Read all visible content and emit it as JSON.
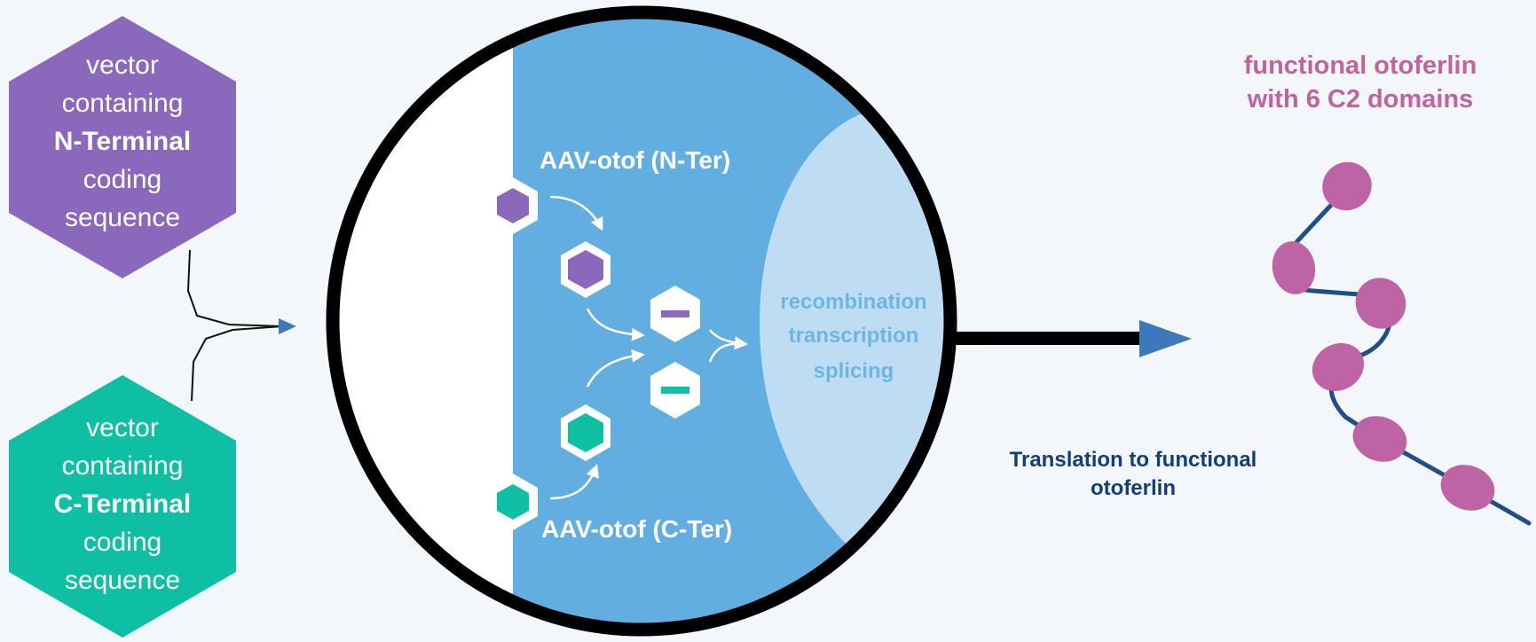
{
  "colors": {
    "background": "#f3f7fa",
    "n_terminal": "#8a68bc",
    "c_terminal": "#0ebfa4",
    "cell": "#62aee0",
    "nucleus": "#bfddf2",
    "nucleus_text": "#6cb5e6",
    "ring": "#000000",
    "arrow": "#3c78bb",
    "protein": "#be64a4",
    "protein_linker": "#1f4f8a",
    "title_pink": "#c0639f",
    "translation_text": "#123e7a"
  },
  "vectors": {
    "n_terminal": {
      "line1": "vector",
      "line2": "containing",
      "bold": "N-Terminal",
      "line4": "coding",
      "line5": "sequence"
    },
    "c_terminal": {
      "line1": "vector",
      "line2": "containing",
      "bold": "C-Terminal",
      "line4": "coding",
      "line5": "sequence"
    }
  },
  "cell": {
    "n_ter_label": "AAV-otof (N-Ter)",
    "c_ter_label": "AAV-otof (C-Ter)",
    "nucleus_steps": [
      "recombination",
      "transcription",
      "splicing"
    ]
  },
  "translation": {
    "line1": "Translation to functional",
    "line2": "otoferlin"
  },
  "result": {
    "line1": "functional otoferlin",
    "line2": "with 6 C2 domains"
  },
  "icons": {
    "n_hex": "hexagon-icon",
    "c_hex": "hexagon-icon",
    "dash": "minus-icon"
  }
}
